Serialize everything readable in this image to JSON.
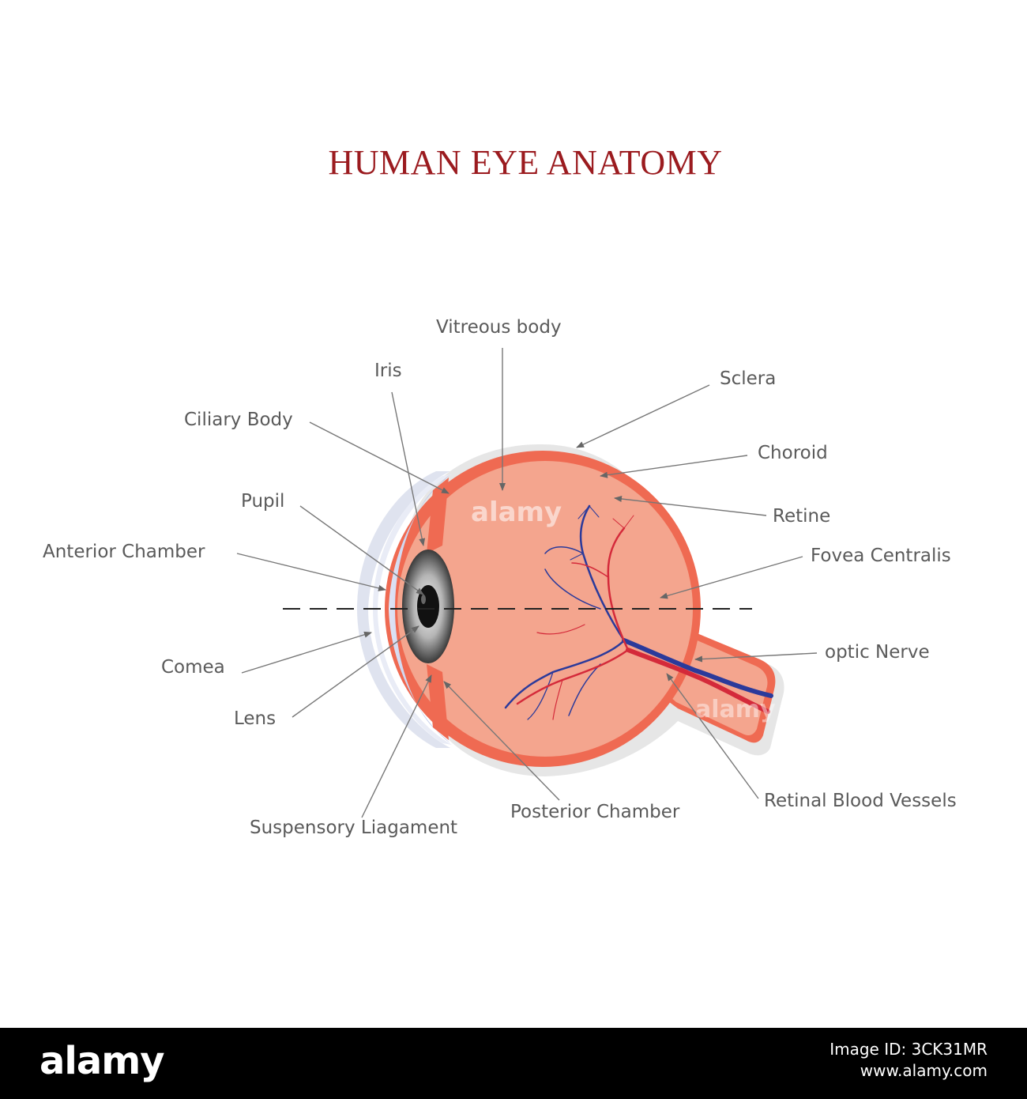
{
  "title": "HUMAN EYE ANATOMY",
  "colors": {
    "title": "#9b1b1f",
    "sclera_outline": "#e3e3e3",
    "choroid": "#ef6a52",
    "retina_interior": "#f4a58e",
    "cornea": "#a9b8e4",
    "vein": "#2b3a9b",
    "artery": "#d42a3a",
    "label_text": "#5a5a5a",
    "footer_bg": "#000000"
  },
  "labels": {
    "vitreous_body": "Vitreous body",
    "iris": "Iris",
    "sclera": "Sclera",
    "ciliary_body": "Ciliary Body",
    "choroid": "Choroid",
    "pupil": "Pupil",
    "retine": "Retine",
    "anterior_chamber": "Anterior Chamber",
    "fovea_centralis": "Fovea Centralis",
    "optic_nerve": "optic Nerve",
    "comea": "Comea",
    "lens": "Lens",
    "retinal_blood_vessels": "Retinal Blood Vessels",
    "posterior_chamber": "Posterior Chamber",
    "suspensory_liagament": "Suspensory Liagament"
  },
  "watermark": "alamy",
  "footer": {
    "logo": "alamy",
    "image_id": "Image ID: 3CK31MR",
    "site": "www.alamy.com"
  }
}
